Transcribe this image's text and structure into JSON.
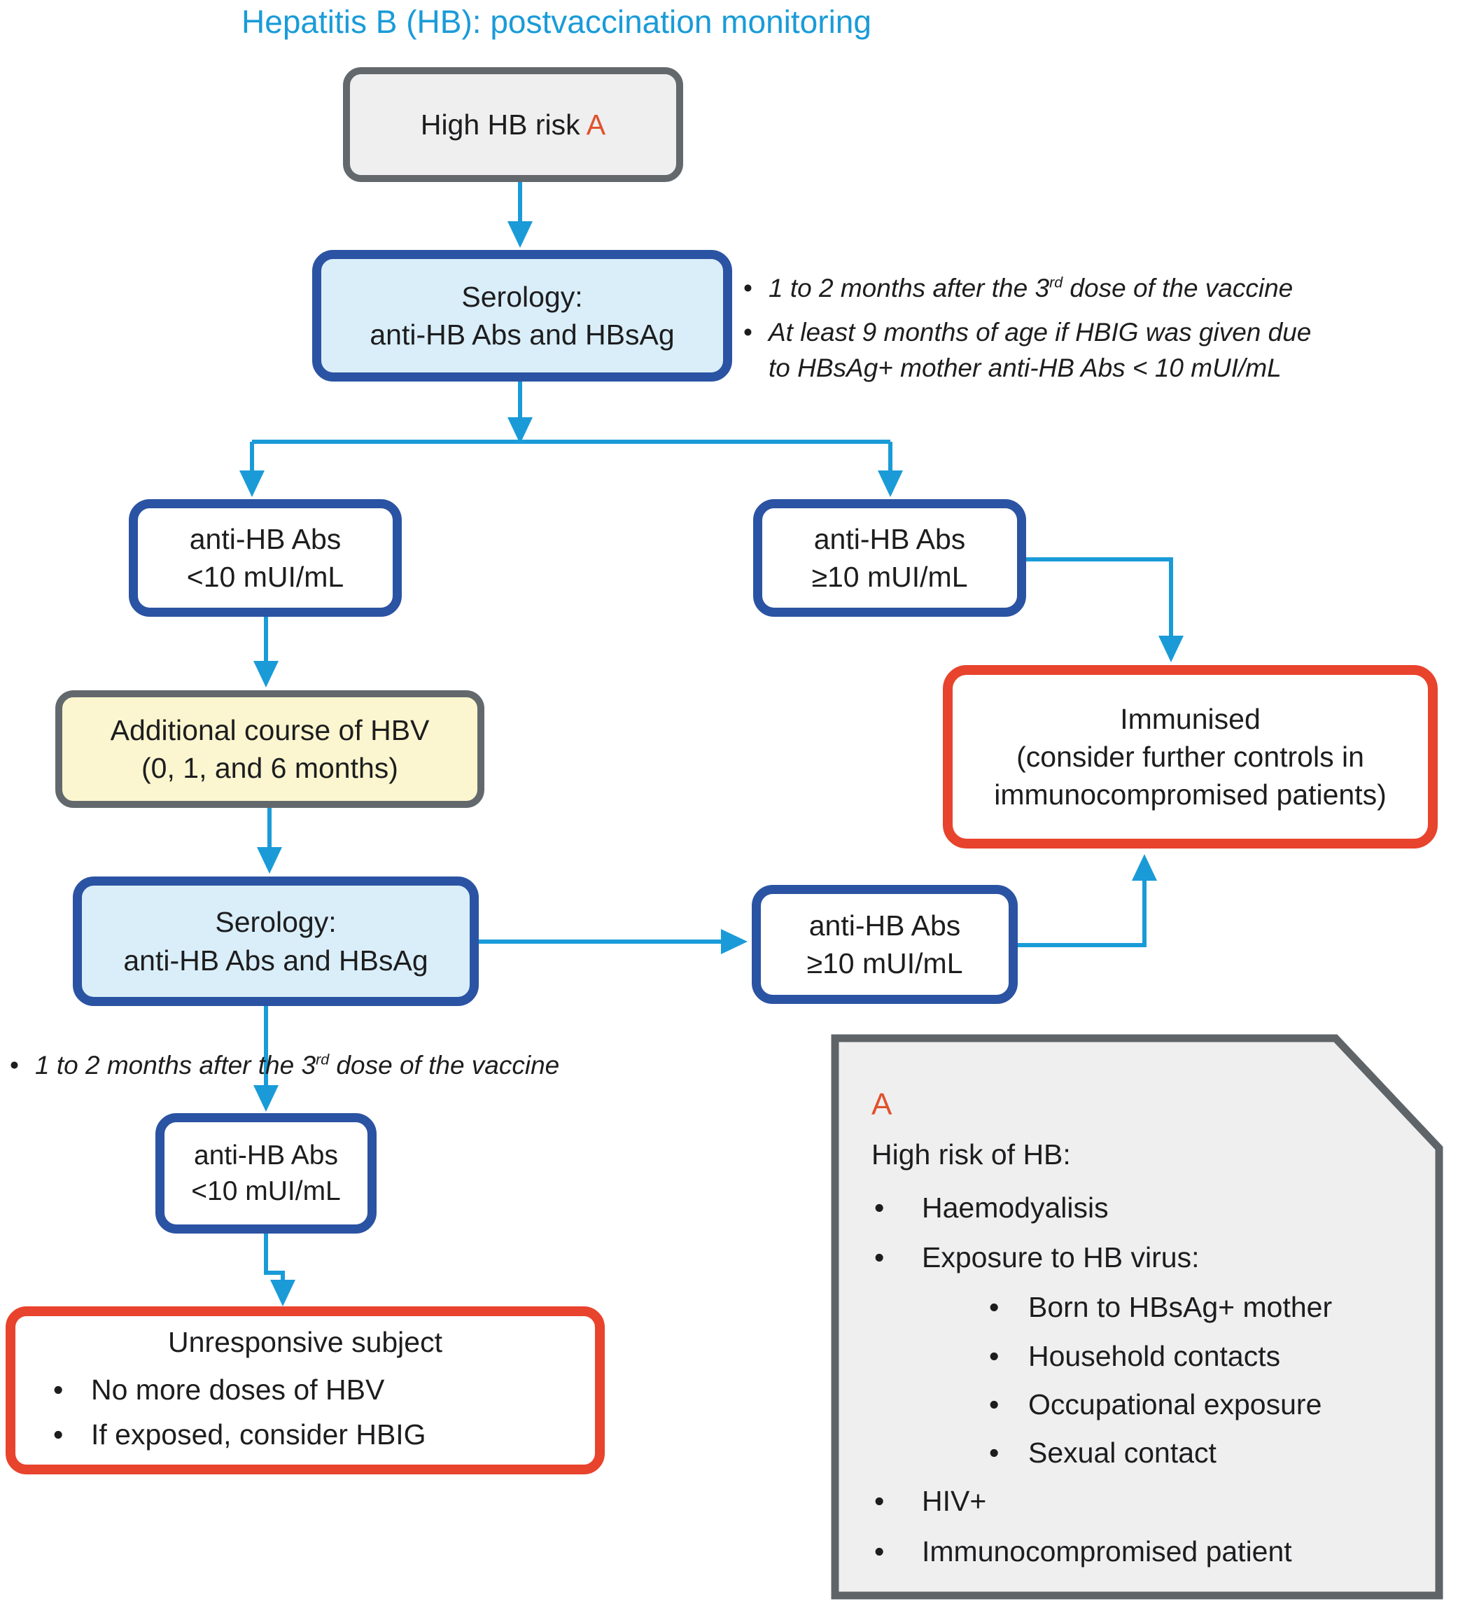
{
  "title": "Hepatitis B (HB): postvaccination monitoring",
  "colors": {
    "title_cyan": "#1a9bd8",
    "arrow_cyan": "#1a9bd8",
    "node_border_blue": "#2b53a3",
    "node_fill_lightblue": "#d9eef8",
    "node_border_red": "#e8432c",
    "node_border_gray": "#5f6468",
    "node_fill_gray": "#efeff0",
    "node_fill_yellow": "#fbf6cf",
    "reference_orange": "#e0512c"
  },
  "nodes": {
    "high_risk": {
      "text": "High HB risk ",
      "ref": "A"
    },
    "serology1": {
      "line1": "Serology:",
      "line2": "anti-HB Abs and HBsAg"
    },
    "lt10_a": {
      "line1": "anti-HB Abs",
      "line2": "<10 mUI/mL"
    },
    "ge10_a": {
      "line1": "anti-HB Abs",
      "line2": "≥10 mUI/mL"
    },
    "immunised": {
      "line1": "Immunised",
      "line2": "(consider further controls in",
      "line3": "immunocompromised patients)"
    },
    "additional_course": {
      "line1": "Additional course of HBV",
      "line2": "(0, 1, and 6 months)"
    },
    "serology2": {
      "line1": "Serology:",
      "line2": "anti-HB Abs and HBsAg"
    },
    "ge10_b": {
      "line1": "anti-HB Abs",
      "line2": "≥10 mUI/mL"
    },
    "lt10_b": {
      "line1": "anti-HB Abs",
      "line2": "<10 mUI/mL"
    },
    "unresponsive": {
      "title": "Unresponsive subject",
      "bullets": [
        "No more doses of HBV",
        "If exposed, consider HBIG"
      ]
    }
  },
  "annotations": {
    "serology1_notes": [
      {
        "pre": "1 to 2 months after the 3",
        "sup": "rd",
        "post": " dose of the vaccine"
      },
      {
        "line1": "At least 9 months of age if HBIG was given due",
        "line2": "to HBsAg+ mother anti-HB Abs < 10 mUI/mL"
      }
    ],
    "serology2_note": {
      "pre": "1 to 2 months after the 3",
      "sup": "rd",
      "post": " dose of the vaccine"
    }
  },
  "legend": {
    "ref": "A",
    "heading": "High risk of HB:",
    "items": [
      {
        "level": 1,
        "text": "Haemodyalisis"
      },
      {
        "level": 1,
        "text": "Exposure to HB virus:"
      },
      {
        "level": 2,
        "text": "Born to HBsAg+ mother"
      },
      {
        "level": 2,
        "text": "Household contacts"
      },
      {
        "level": 2,
        "text": "Occupational exposure"
      },
      {
        "level": 2,
        "text": "Sexual contact"
      },
      {
        "level": 1,
        "text": "HIV+"
      },
      {
        "level": 1,
        "text": "Immunocompromised patient"
      }
    ]
  }
}
